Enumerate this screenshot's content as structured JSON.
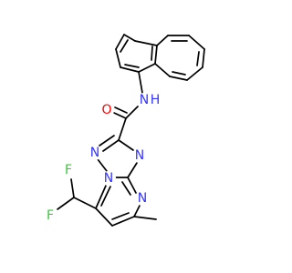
{
  "molecule": {
    "atoms": [
      {
        "id": "F1",
        "text": "F",
        "color": "#33cc33"
      },
      {
        "id": "F2",
        "text": "F",
        "color": "#33cc33"
      },
      {
        "id": "N_bridge",
        "text": "N",
        "color": "#3333ff"
      },
      {
        "id": "N_triazole1",
        "text": "N",
        "color": "#3333ff"
      },
      {
        "id": "N_triazole3",
        "text": "N",
        "color": "#3333ff"
      },
      {
        "id": "N_pyrimidine",
        "text": "N",
        "color": "#3333ff"
      },
      {
        "id": "O_carbonyl",
        "text": "O",
        "color": "#ff0000"
      },
      {
        "id": "N_amide",
        "text": "N",
        "color": "#3333ff"
      },
      {
        "id": "H_amide",
        "text": "H",
        "color": "#3333ff"
      }
    ],
    "bond_color": "#000000"
  }
}
